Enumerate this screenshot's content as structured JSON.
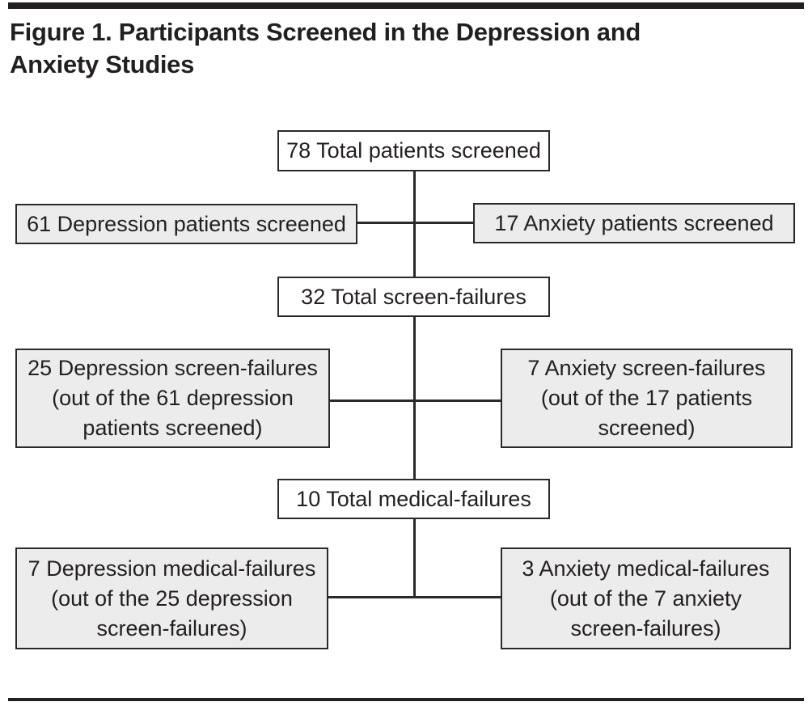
{
  "figure": {
    "title": "Figure 1. Participants Screened in the Depression and\nAnxiety Studies"
  },
  "flowchart": {
    "total_screened": "78 Total patients screened",
    "depression_screened": "61 Depression patients screened",
    "anxiety_screened": "17 Anxiety patients screened",
    "total_screen_failures": "32 Total screen-failures",
    "depression_screen_failures": "25 Depression screen-failures\n(out of the 61 depression\npatients screened)",
    "anxiety_screen_failures": "7 Anxiety screen-failures\n(out of the 17 patients\nscreened)",
    "total_medical_failures": "10 Total medical-failures",
    "depression_medical_failures": "7 Depression medical-failures\n(out of the 25 depression\nscreen-failures)",
    "anxiety_medical_failures": "3 Anxiety medical-failures\n(out of the 7 anxiety\nscreen-failures)"
  },
  "colors": {
    "rule": "#231f20",
    "line": "#2b2a29",
    "text": "#231f20",
    "gray_box_fill": "#ececec",
    "white_box_fill": "#ffffff"
  }
}
